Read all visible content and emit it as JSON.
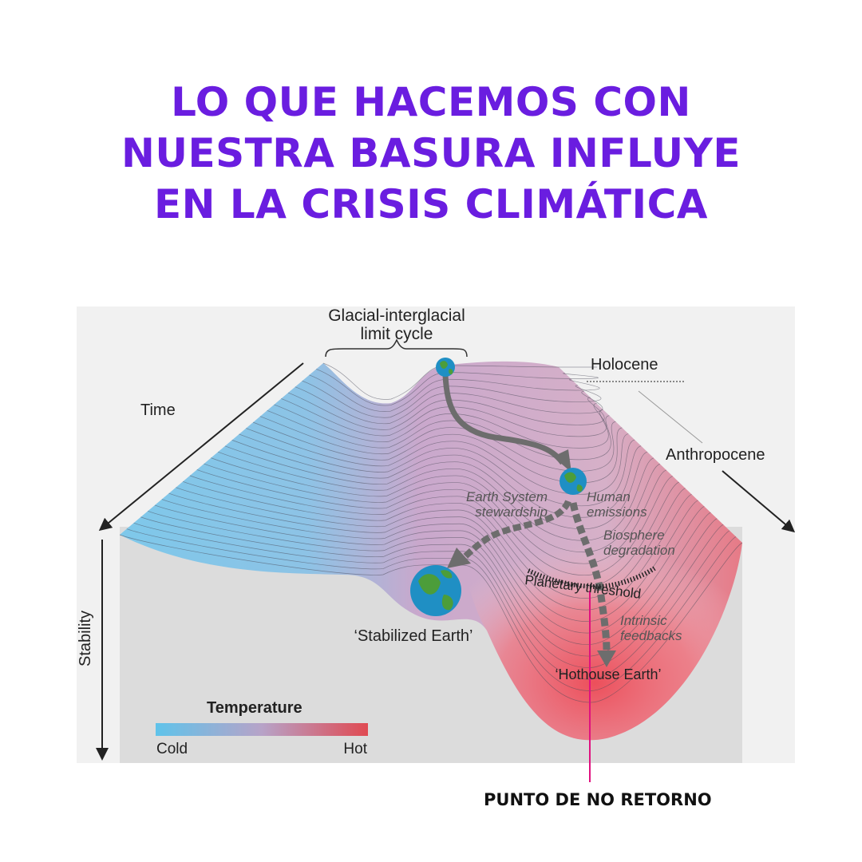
{
  "headline": {
    "lines": [
      "LO QUE HACEMOS CON",
      "NUESTRA BASURA INFLUYE",
      "EN LA CRISIS CLIMÁTICA"
    ]
  },
  "diagram": {
    "top_label_line1": "Glacial-interglacial",
    "top_label_line2": "limit cycle",
    "holocene": "Holocene",
    "time": "Time",
    "anthropocene": "Anthropocene",
    "stability": "Stability",
    "earth_system_line1": "Earth System",
    "earth_system_line2": "stewardship",
    "human_line1": "Human",
    "human_line2": "emissions",
    "biosphere_line1": "Biosphere",
    "biosphere_line2": "degradation",
    "threshold": "Planetary threshold",
    "intrinsic_line1": "Intrinsic",
    "intrinsic_line2": "feedbacks",
    "stabilized": "‘Stabilized Earth’",
    "hothouse": "‘Hothouse Earth’",
    "temperature": "Temperature",
    "cold": "Cold",
    "hot": "Hot"
  },
  "callout": "PUNTO DE NO RETORNO",
  "colors": {
    "headline": "#6a1de0",
    "cold": "#7ec8ea",
    "mid": "#c9a8cc",
    "hot": "#e04a52",
    "marker_line": "#e0117f",
    "arrow": "#6d6d6d"
  }
}
